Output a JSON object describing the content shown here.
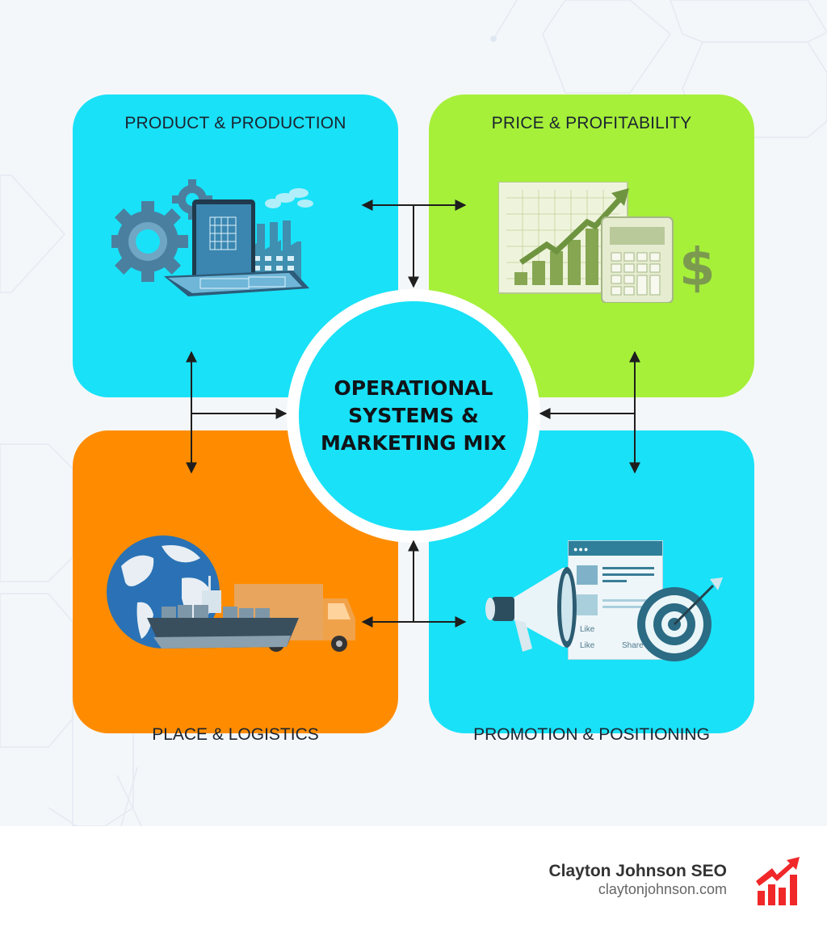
{
  "diagram": {
    "hub": {
      "label": "OPERATIONAL SYSTEMS & MARKETING MIX",
      "color": "#19e1f7"
    },
    "quadrants": [
      {
        "id": "product",
        "label": "PRODUCT & PRODUCTION",
        "position": "top-left",
        "label_position": "inside-top",
        "color": "#19e1f7",
        "icon": "gears-tablet-factory-icon"
      },
      {
        "id": "price",
        "label": "PRICE & PROFITABILITY",
        "position": "top-right",
        "label_position": "inside-top",
        "color": "#a6f03a",
        "icon": "growth-chart-calculator-dollar-icon"
      },
      {
        "id": "place",
        "label": "PLACE & LOGISTICS",
        "position": "bottom-left",
        "label_position": "below",
        "color": "#ff8c00",
        "icon": "globe-ship-truck-icon"
      },
      {
        "id": "promotion",
        "label": "PROMOTION & POSITIONING",
        "position": "bottom-right",
        "label_position": "below",
        "color": "#19e1f7",
        "icon": "megaphone-social-target-icon"
      }
    ],
    "promotion_card_text": {
      "like_1": "Like",
      "like_2": "Like",
      "share": "Share"
    },
    "connections": [
      {
        "from": "junction-top",
        "to": "product",
        "type": "arrow"
      },
      {
        "from": "junction-top",
        "to": "price",
        "type": "arrow"
      },
      {
        "from": "junction-top",
        "to": "hub",
        "type": "arrow"
      },
      {
        "from": "junction-left",
        "to": "product",
        "type": "arrow"
      },
      {
        "from": "junction-left",
        "to": "place",
        "type": "arrow"
      },
      {
        "from": "junction-left",
        "to": "hub",
        "type": "arrow"
      },
      {
        "from": "junction-right",
        "to": "price",
        "type": "arrow"
      },
      {
        "from": "junction-right",
        "to": "promotion",
        "type": "arrow"
      },
      {
        "from": "junction-right",
        "to": "hub",
        "type": "arrow"
      },
      {
        "from": "junction-bottom",
        "to": "place",
        "type": "arrow"
      },
      {
        "from": "junction-bottom",
        "to": "promotion",
        "type": "arrow"
      },
      {
        "from": "junction-bottom",
        "to": "hub",
        "type": "arrow"
      }
    ]
  },
  "footer": {
    "brand_name": "Clayton Johnson SEO",
    "brand_url": "claytonjohnson.com",
    "logo_icon": "growth-bar-chart-icon",
    "logo_color": "#f0282a"
  }
}
